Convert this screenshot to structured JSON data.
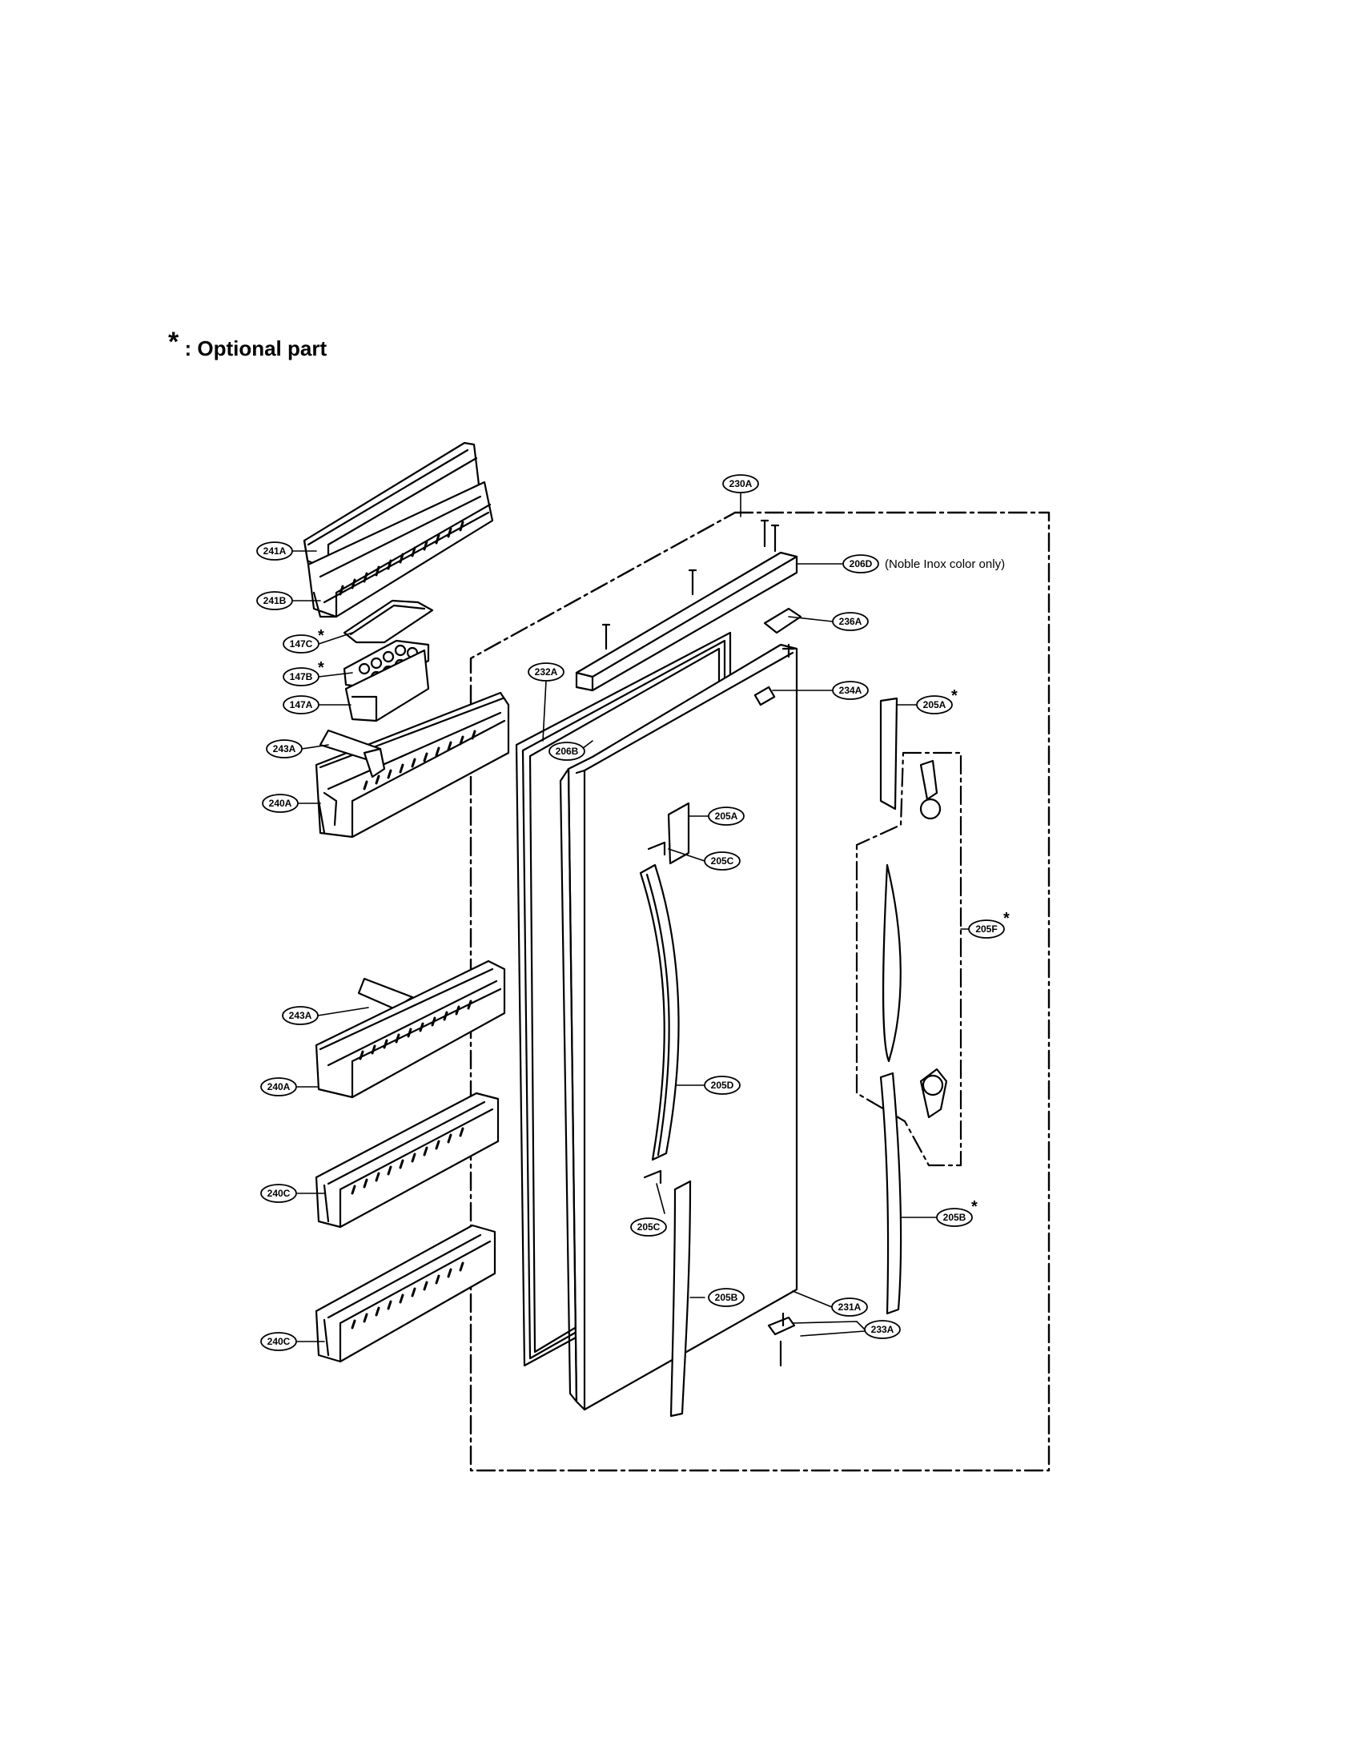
{
  "legend": {
    "symbol": "*",
    "text": ": Optional part"
  },
  "note_206D": "(Noble Inox color only)",
  "callouts": [
    {
      "id": "241A",
      "label": "241A",
      "optional": false
    },
    {
      "id": "241B",
      "label": "241B",
      "optional": false
    },
    {
      "id": "147C",
      "label": "147C",
      "optional": true
    },
    {
      "id": "147B",
      "label": "147B",
      "optional": true
    },
    {
      "id": "147A",
      "label": "147A",
      "optional": false
    },
    {
      "id": "243A-top",
      "label": "243A",
      "optional": false
    },
    {
      "id": "240A-top",
      "label": "240A",
      "optional": false
    },
    {
      "id": "243A-mid",
      "label": "243A",
      "optional": false
    },
    {
      "id": "240A-mid",
      "label": "240A",
      "optional": false
    },
    {
      "id": "240C-upper",
      "label": "240C",
      "optional": false
    },
    {
      "id": "240C-lower",
      "label": "240C",
      "optional": false
    },
    {
      "id": "230A",
      "label": "230A",
      "optional": false
    },
    {
      "id": "206D",
      "label": "206D",
      "optional": false
    },
    {
      "id": "236A",
      "label": "236A",
      "optional": false
    },
    {
      "id": "232A",
      "label": "232A",
      "optional": false
    },
    {
      "id": "234A",
      "label": "234A",
      "optional": false
    },
    {
      "id": "206B",
      "label": "206B",
      "optional": false
    },
    {
      "id": "205A-door",
      "label": "205A",
      "optional": false
    },
    {
      "id": "205C-upper",
      "label": "205C",
      "optional": false
    },
    {
      "id": "205D",
      "label": "205D",
      "optional": false
    },
    {
      "id": "205C-lower",
      "label": "205C",
      "optional": false
    },
    {
      "id": "205B-door",
      "label": "205B",
      "optional": false
    },
    {
      "id": "231A",
      "label": "231A",
      "optional": false
    },
    {
      "id": "233A",
      "label": "233A",
      "optional": false
    },
    {
      "id": "205A-opt",
      "label": "205A",
      "optional": true
    },
    {
      "id": "205F",
      "label": "205F",
      "optional": true
    },
    {
      "id": "205B-opt",
      "label": "205B",
      "optional": true
    }
  ],
  "colors": {
    "line": "#000000",
    "fill": "#ffffff"
  }
}
